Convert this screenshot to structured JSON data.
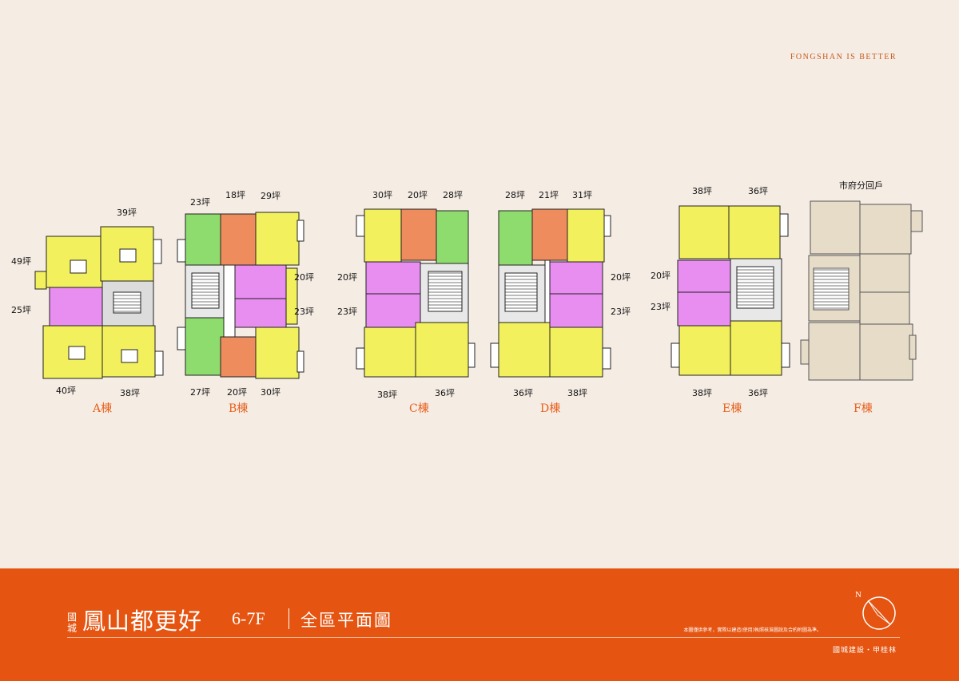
{
  "tagline": "FONGSHAN IS BETTER",
  "buildings": [
    {
      "label": "A棟",
      "areas": [
        "39坪",
        "49坪",
        "25坪",
        "40坪",
        "38坪"
      ]
    },
    {
      "label": "B棟",
      "areas": [
        "23坪",
        "18坪",
        "29坪",
        "20坪",
        "23坪",
        "27坪",
        "20坪",
        "30坪"
      ]
    },
    {
      "label": "C棟",
      "areas": [
        "30坪",
        "20坪",
        "28坪",
        "20坪",
        "23坪",
        "38坪",
        "36坪"
      ]
    },
    {
      "label": "D棟",
      "areas": [
        "28坪",
        "21坪",
        "31坪",
        "20坪",
        "23坪",
        "36坪",
        "38坪"
      ]
    },
    {
      "label": "E棟",
      "areas": [
        "38坪",
        "36坪",
        "20坪",
        "23坪",
        "38坪",
        "36坪"
      ]
    },
    {
      "label": "F棟",
      "areas": [
        "市府分回戶"
      ]
    }
  ],
  "footer": {
    "brand_vertical": "國城",
    "brand_title": "鳳山都更好",
    "floor": "6-7F",
    "subtitle": "全區平面圖",
    "disclaimer": "本圖僅供參考，實際以建造(使用)執照核准圖說及合約附圖為準。",
    "compass_label": "N",
    "builder": "國城建設・甲桂林"
  },
  "colors": {
    "background": "#f5ece4",
    "footer": "#e55410",
    "unit_yellow": "#f2f05c",
    "unit_purple": "#e88ef0",
    "unit_green": "#8fdc6e",
    "unit_orange": "#ef8c5e",
    "unit_beige": "#e6dcc8",
    "label_orange": "#e8601c"
  }
}
